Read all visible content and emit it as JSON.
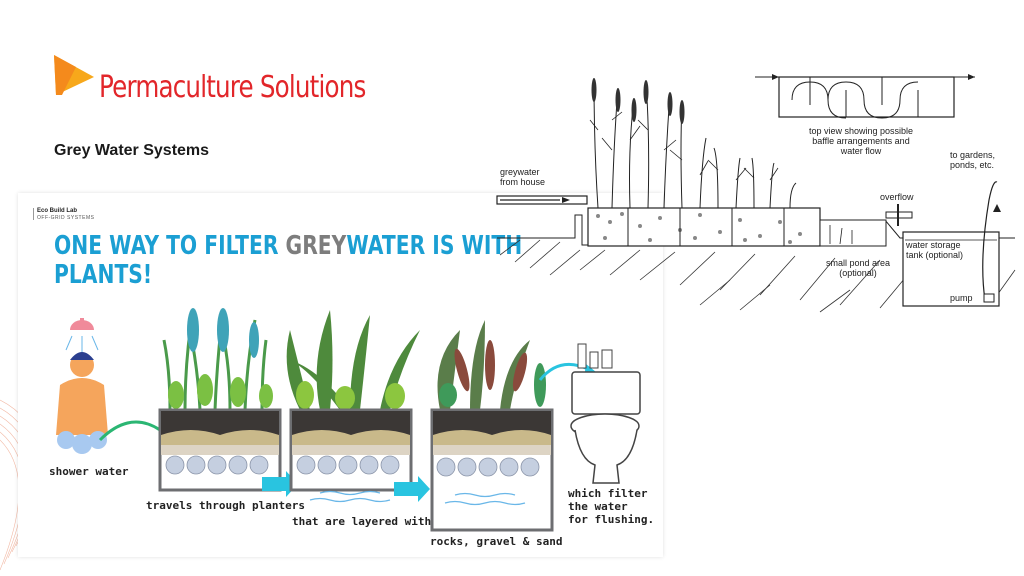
{
  "header": {
    "brand": "Permaculture Solutions",
    "subtitle": "Grey Water Systems"
  },
  "card": {
    "org_name": "Eco Build Lab",
    "org_tag": "OFF-GRID SYSTEMS",
    "headline": {
      "part1": "ONE WAY TO FILTER ",
      "grey": "GREY",
      "part2": "WATER IS WITH",
      "line2": "PLANTS!"
    },
    "labels": {
      "shower": "shower water",
      "travels": "travels through planters",
      "layered": "that are layered with",
      "rocks": "rocks, gravel & sand",
      "filter1": "which filter",
      "filter2": "the water",
      "filter3": "for flushing."
    }
  },
  "diagram": {
    "labels": {
      "greywater1": "greywater",
      "greywater2": "from house",
      "topview1": "top view showing possible",
      "topview2": "baffle arrangements and",
      "topview3": "water flow",
      "gardens1": "to gardens,",
      "gardens2": "ponds, etc.",
      "overflow": "overflow",
      "storage1": "water storage",
      "storage2": "tank (optional)",
      "pond1": "small pond area",
      "pond2": "(optional)",
      "pump": "pump"
    }
  },
  "colors": {
    "brand_red": "#e2262a",
    "logo_orange": "#f7a81b",
    "headline_blue": "#1b9fd3",
    "headline_grey": "#7d7d7d",
    "arrow_cyan": "#29c4e0"
  }
}
